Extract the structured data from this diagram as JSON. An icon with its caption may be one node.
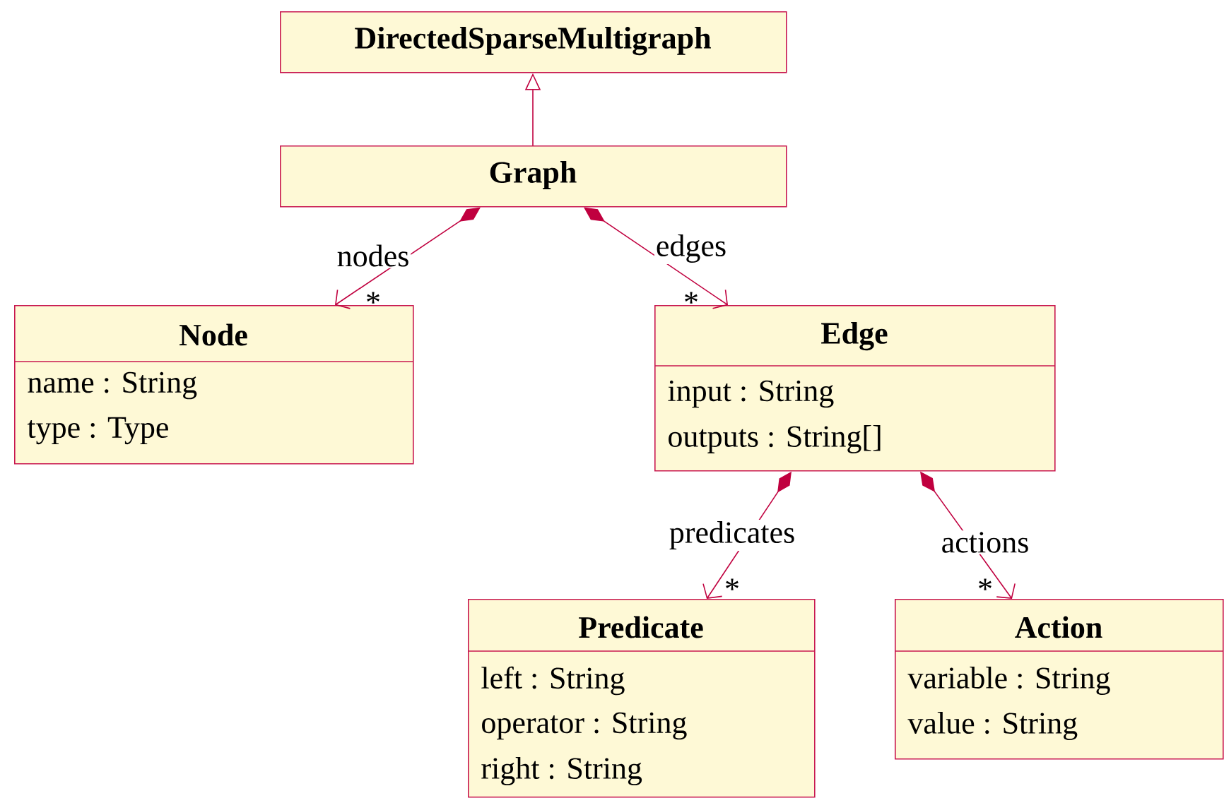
{
  "diagram": {
    "nodes": [
      {
        "text": [
          "DirectedSparseMultigraph"
        ]
      },
      {
        "text": [
          "Graph"
        ]
      },
      {
        "text": [
          "Node",
          "name : String",
          "type : Type"
        ]
      },
      {
        "text": [
          "Edge",
          "input : String",
          "outputs : String[]"
        ]
      },
      {
        "text": [
          "Predicate",
          "left : String",
          "operator : String",
          "right : String"
        ]
      },
      {
        "text": [
          "Action",
          "variable : String",
          "value : String"
        ]
      }
    ],
    "edges": [
      {
        "from": 1,
        "to": 0,
        "arrow": "to"
      },
      {
        "from": 1,
        "to": 2,
        "arrow": "to",
        "label": "nodes"
      },
      {
        "from": 1,
        "to": 3,
        "arrow": "to",
        "label": "edges"
      },
      {
        "from": 3,
        "to": 4,
        "arrow": "to",
        "label": "predicates"
      },
      {
        "from": 3,
        "to": 5,
        "arrow": "to",
        "label": "actions"
      }
    ],
    "labels": [
      "*",
      "*",
      "*",
      "*"
    ]
  }
}
